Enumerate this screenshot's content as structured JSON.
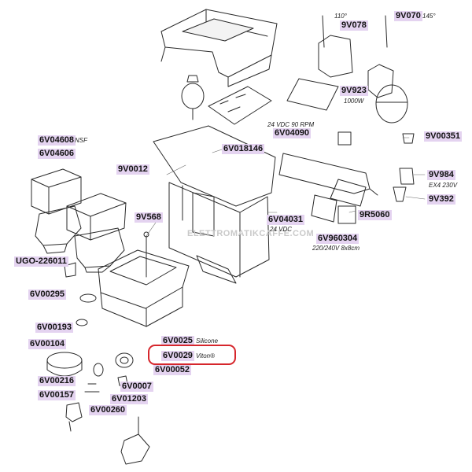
{
  "parts": {
    "p_9V070": "9V070",
    "p_9V078": "9V078",
    "p_9V923": "9V923",
    "p_6V04090": "6V04090",
    "p_6V04608": "6V04608",
    "p_6V04606": "6V04606",
    "p_6V018146": "6V018146",
    "p_9V00351": "9V00351",
    "p_9V0012": "9V0012",
    "p_9V984": "9V984",
    "p_9V392": "9V392",
    "p_9V568": "9V568",
    "p_6V04031": "6V04031",
    "p_9R5060": "9R5060",
    "p_UGO226011": "UGO-226011",
    "p_6V960304": "6V960304",
    "p_6V00295": "6V00295",
    "p_6V00193": "6V00193",
    "p_6V0025": "6V0025",
    "p_6V00104": "6V00104",
    "p_6V0029": "6V0029",
    "p_6V00052": "6V00052",
    "p_6V00216": "6V00216",
    "p_6V0007": "6V0007",
    "p_6V00157": "6V00157",
    "p_6V01203": "6V01203",
    "p_6V00260": "6V00260"
  },
  "notes": {
    "n_110": "110°",
    "n_145": "145°",
    "n_1000W": "1000W",
    "n_24vdc90": "24 VDC 90 RPM",
    "n_nsf": "NSF",
    "n_ex4": "EX4 230V",
    "n_24vdc": "24 VDC",
    "n_220240": "220/240V 8x8cm",
    "n_silicone": "Silicone",
    "n_viton": "Viton®"
  },
  "watermark": "ELETTROMATIKCAFFE.COM",
  "highlight_color": "#d6262c",
  "label_color": "#e4d3f0"
}
